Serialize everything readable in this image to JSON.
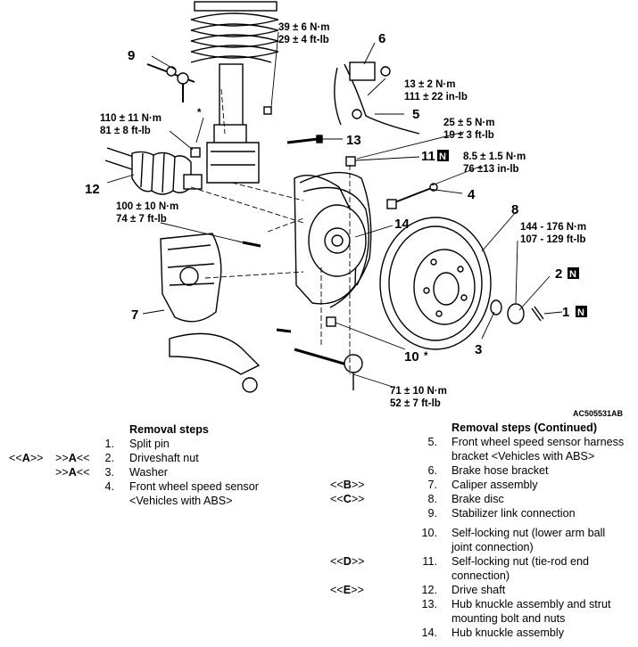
{
  "diagram": {
    "callouts": {
      "c1": "1",
      "c2": "2",
      "c3": "3",
      "c4": "4",
      "c5": "5",
      "c6": "6",
      "c7": "7",
      "c8": "8",
      "c9": "9",
      "c10": "10",
      "c11": "11",
      "c12": "12",
      "c13": "13",
      "c14": "14",
      "n_mark": "N",
      "star": "*"
    },
    "torque": {
      "t1a": "39 ± 6 N·m",
      "t1b": "29 ± 4 ft-lb",
      "t2a": "13 ± 2 N·m",
      "t2b": "111 ± 22 in-lb",
      "t3a": "110 ± 11 N·m",
      "t3b": "81 ± 8 ft-lb",
      "t4a": "25 ± 5 N·m",
      "t4b": "19 ± 3 ft-lb",
      "t5a": "8.5 ± 1.5 N·m",
      "t5b": "76 ±13 in-lb",
      "t6a": "100 ± 10 N·m",
      "t6b": "74 ± 7 ft-lb",
      "t7a": "144 - 176 N·m",
      "t7b": "107 - 129 ft-lb",
      "t8a": "71 ± 10 N·m",
      "t8b": "52 ± 7 ft-lb"
    },
    "ref_code": "AC505531AB"
  },
  "removal": {
    "left_title": "Removal steps",
    "right_title": "Removal steps (Continued)",
    "markers": {
      "a_l": "<<",
      "a_letter": "A",
      "a_r": ">>",
      "a2_l": ">>",
      "a2_r": "<<",
      "b": "B",
      "c": "C",
      "d": "D",
      "e": "E",
      "open": "<<",
      "close": ">>"
    },
    "steps": [
      {
        "n": "1.",
        "t": "Split pin"
      },
      {
        "n": "2.",
        "t": "Driveshaft nut"
      },
      {
        "n": "3.",
        "t": "Washer"
      },
      {
        "n": "4.",
        "t": "Front wheel speed sensor",
        "t2": "<Vehicles with ABS>"
      },
      {
        "n": "5.",
        "t": "Front wheel speed sensor harness",
        "t2": "bracket <Vehicles with ABS>"
      },
      {
        "n": "6.",
        "t": "Brake hose bracket"
      },
      {
        "n": "7.",
        "t": "Caliper assembly"
      },
      {
        "n": "8.",
        "t": "Brake disc"
      },
      {
        "n": "9.",
        "t": "Stabilizer link connection"
      },
      {
        "n": "10.",
        "t": "Self-locking nut (lower arm ball",
        "t2": "joint connection)"
      },
      {
        "n": "11.",
        "t": "Self-locking nut (tie-rod end",
        "t2": "connection)"
      },
      {
        "n": "12.",
        "t": "Drive shaft"
      },
      {
        "n": "13.",
        "t": "Hub knuckle assembly and strut",
        "t2": "mounting bolt and nuts"
      },
      {
        "n": "14.",
        "t": "Hub knuckle assembly"
      }
    ]
  }
}
